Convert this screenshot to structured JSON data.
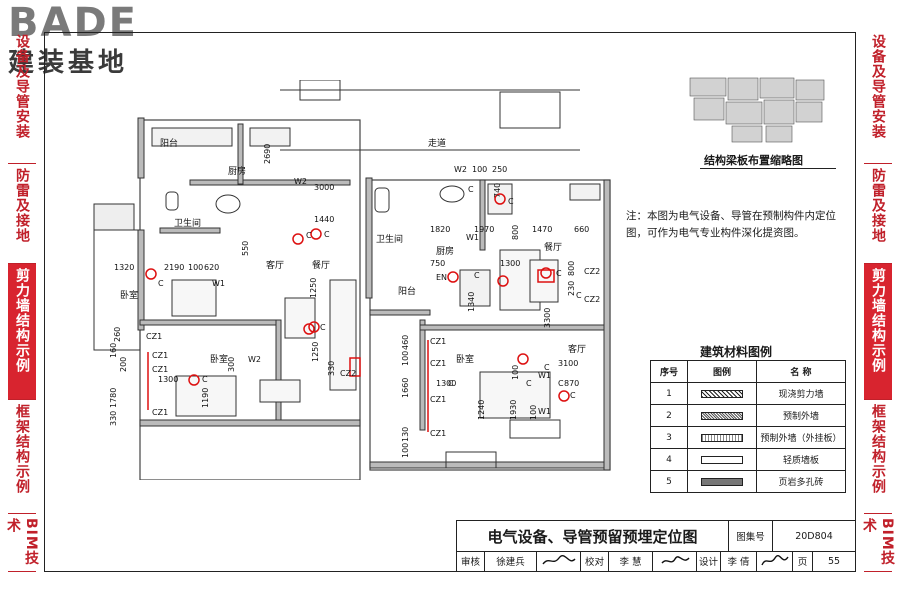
{
  "logo": {
    "latin": "BADE",
    "chinese": "建装基地"
  },
  "side_tabs": [
    {
      "text": "设备及导管安装",
      "active": false
    },
    {
      "text": "防雷及接地",
      "active": false
    },
    {
      "text": "剪力墙结构示例",
      "active": true
    },
    {
      "text": "框架结构示例",
      "active": false
    },
    {
      "text": "BIM技术",
      "active": false
    }
  ],
  "thumbnail": {
    "caption": "结构梁板布置缩略图"
  },
  "note": "注：本图为电气设备、导管在预制构件内定位图，可作为电气专业构件深化提资图。",
  "legend": {
    "title": "建筑材料图例",
    "headers": [
      "序号",
      "图例",
      "名 称"
    ],
    "rows": [
      {
        "no": "1",
        "name": "现浇剪力墙",
        "pattern": "hatch"
      },
      {
        "no": "2",
        "name": "预制外墙",
        "pattern": "cross"
      },
      {
        "no": "3",
        "name": "预制外墙（外挂板）",
        "pattern": "dots"
      },
      {
        "no": "4",
        "name": "轻质墙板",
        "pattern": "open"
      },
      {
        "no": "5",
        "name": "页岩多孔砖",
        "pattern": "grey"
      }
    ]
  },
  "title_block": {
    "title": "电气设备、导管预留预埋定位图",
    "atlas_label": "图集号",
    "atlas_no": "20D804",
    "review_label": "审核",
    "review_name": "徐建兵",
    "check_label": "校对",
    "check_name": "李 慧",
    "design_label": "设计",
    "design_name": "李 倩",
    "page_label": "页",
    "page_no": "55"
  },
  "plan": {
    "rooms": [
      "阳台",
      "厨房",
      "卫生间",
      "卧室",
      "客厅",
      "餐厅",
      "卧室",
      "走道",
      "卫生间",
      "厨房",
      "阳台",
      "卧室",
      "餐厅",
      "客厅"
    ],
    "dims": [
      "2690",
      "3000",
      "1440",
      "550",
      "1320",
      "2190",
      "100",
      "620",
      "1250",
      "1250",
      "260",
      "160",
      "1780",
      "200",
      "330",
      "1300",
      "1190",
      "300",
      "330",
      "100",
      "250",
      "740",
      "1820",
      "1970",
      "800",
      "1470",
      "660",
      "750",
      "1300",
      "1340",
      "230",
      "800",
      "3300",
      "460",
      "100",
      "1660",
      "130",
      "100",
      "1300",
      "1240",
      "1930",
      "3100",
      "870",
      "100",
      "100"
    ],
    "tags": [
      "W2",
      "C",
      "C",
      "C",
      "C",
      "C",
      "W1",
      "W2",
      "CZ1",
      "CZ1",
      "CZ1",
      "CZ1",
      "CZ2",
      "C",
      "C",
      "W2",
      "C",
      "W1",
      "C",
      "EN",
      "C",
      "C",
      "CZ2",
      "CZ2",
      "CZ1",
      "CZ1",
      "CZ1",
      "C",
      "C",
      "C",
      "W1",
      "W1",
      "C",
      "CZ1"
    ]
  }
}
